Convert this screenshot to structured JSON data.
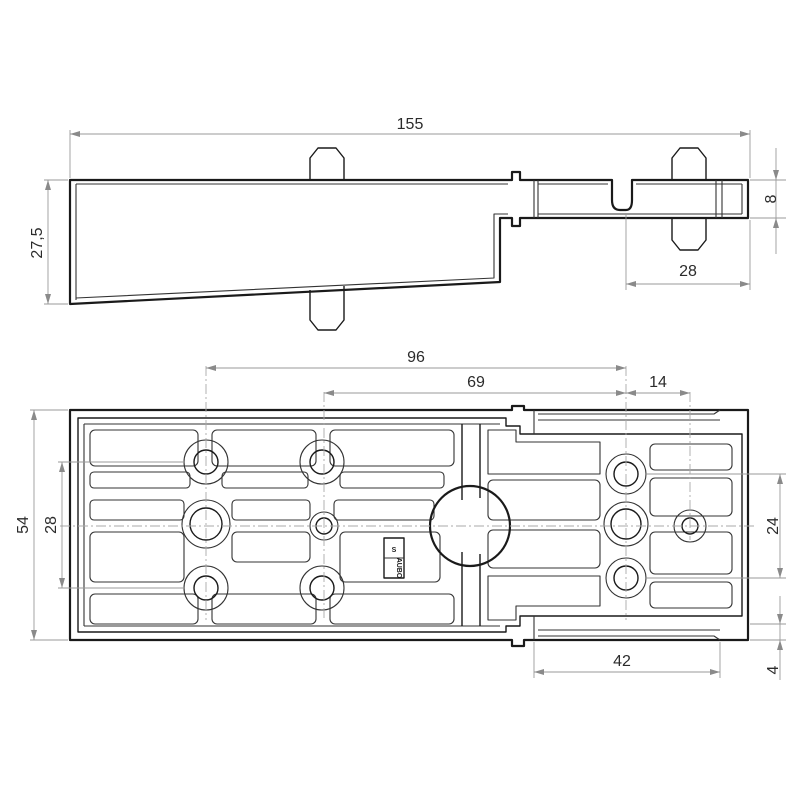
{
  "side_view": {
    "dim_overall_length": "155",
    "dim_height": "27,5",
    "dim_slot_height": "8",
    "dim_slot_offset": "28"
  },
  "top_view": {
    "dim_hole_spacing_large": "96",
    "dim_hole_spacing_medium": "69",
    "dim_hole_spacing_small": "14",
    "dim_overall_width": "54",
    "dim_hole_row_spacing": "28",
    "dim_right_hole_spacing": "24",
    "dim_step_length": "42",
    "dim_step_depth": "4"
  },
  "logo": {
    "text_top": "S",
    "text_bottom": "AUBO"
  }
}
